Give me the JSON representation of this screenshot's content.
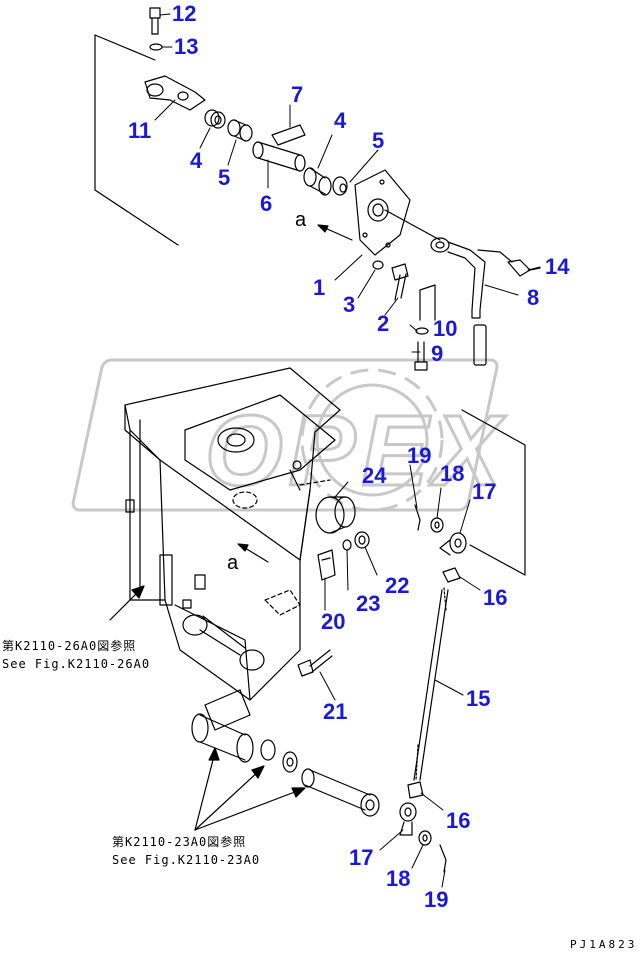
{
  "colors": {
    "callout": "#1a1ad6",
    "line": "#000000",
    "watermark": "#c8c8c8"
  },
  "watermark": {
    "text": "OPEX"
  },
  "callouts": [
    {
      "label": "12"
    },
    {
      "label": "13"
    },
    {
      "label": "11"
    },
    {
      "label": "4"
    },
    {
      "label": "5"
    },
    {
      "label": "7"
    },
    {
      "label": "6"
    },
    {
      "label": "4"
    },
    {
      "label": "5"
    },
    {
      "label": "1"
    },
    {
      "label": "3"
    },
    {
      "label": "2"
    },
    {
      "label": "14"
    },
    {
      "label": "8"
    },
    {
      "label": "10"
    },
    {
      "label": "9"
    },
    {
      "label": "19"
    },
    {
      "label": "24"
    },
    {
      "label": "18"
    },
    {
      "label": "17"
    },
    {
      "label": "22"
    },
    {
      "label": "23"
    },
    {
      "label": "20"
    },
    {
      "label": "16"
    },
    {
      "label": "21"
    },
    {
      "label": "15"
    },
    {
      "label": "16"
    },
    {
      "label": "17"
    },
    {
      "label": "18"
    },
    {
      "label": "19"
    }
  ],
  "view_labels": [
    {
      "text": "a"
    },
    {
      "text": "a"
    }
  ],
  "references": [
    {
      "jp": "第K2110-26A0図参照",
      "en": "See Fig.K2110-26A0"
    },
    {
      "jp": "第K2110-23A0図参照",
      "en": "See Fig.K2110-23A0"
    }
  ],
  "drawing_code": "PJ1A823"
}
